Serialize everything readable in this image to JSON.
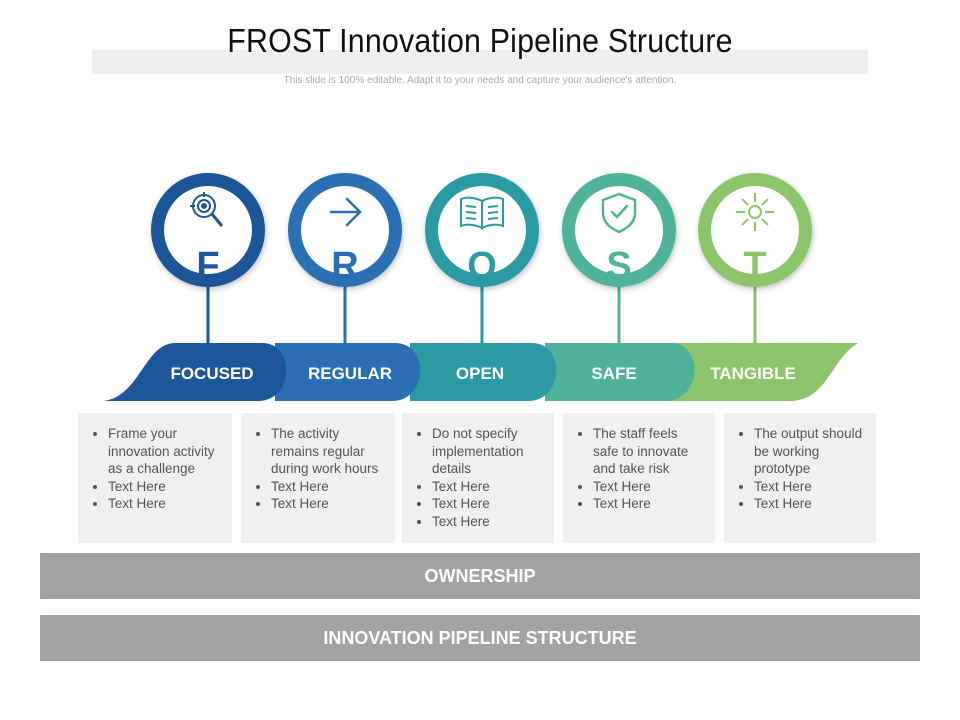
{
  "title": "FROST Innovation Pipeline Structure",
  "subtitle": "This slide is 100% editable. Adapt it to your needs and capture your audience's attention.",
  "steps": [
    {
      "letter": "F",
      "label": "FOCUSED",
      "icon": "target-search-icon",
      "color": "#1d5799",
      "bullets": [
        "Frame your innovation activity as a challenge",
        "Text Here",
        "Text Here"
      ]
    },
    {
      "letter": "R",
      "label": "REGULAR",
      "icon": "arrow-right-icon",
      "color": "#2a6fb3",
      "bullets": [
        "The activity remains regular during work hours",
        "Text Here",
        "Text Here"
      ]
    },
    {
      "letter": "O",
      "label": "OPEN",
      "icon": "open-book-icon",
      "color": "#2b9aa3",
      "bullets": [
        "Do not specify implementation details",
        "Text Here",
        "Text Here",
        "Text Here"
      ]
    },
    {
      "letter": "S",
      "label": "SAFE",
      "icon": "shield-check-icon",
      "color": "#4fb39b",
      "bullets": [
        "The staff feels safe to innovate and take risk",
        "Text Here",
        "Text Here"
      ]
    },
    {
      "letter": "T",
      "label": "TANGIBLE",
      "icon": "light-burst-icon",
      "color": "#8cc56b",
      "bullets": [
        "The output should be working prototype",
        "Text Here",
        "Text Here"
      ]
    }
  ],
  "bars": {
    "ownership": "OWNERSHIP",
    "footer": "INNOVATION PIPELINE STRUCTURE"
  }
}
